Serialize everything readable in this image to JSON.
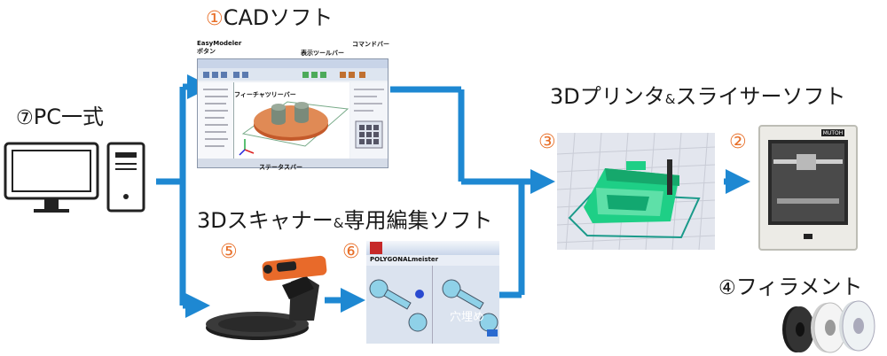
{
  "sections": {
    "pc": {
      "num": "⑦",
      "label": "PC一式"
    },
    "cad": {
      "num": "①",
      "label": "CADソフト"
    },
    "scanner": {
      "label_a": "3Dスキャナー",
      "amp": "&",
      "label_b": "専用編集ソフト",
      "scanner_num": "⑤",
      "editor_num": "⑥"
    },
    "printer": {
      "label_a": "3Dプリンタ",
      "amp": "&",
      "label_b": "スライサーソフト",
      "slicer_num": "③",
      "printer_num": "②",
      "brand": "MUTOH"
    },
    "filament": {
      "num": "④",
      "label": "フィラメント"
    }
  },
  "cad_window": {
    "callouts": {
      "easymodeler_1": "EasyModeler",
      "easymodeler_2": "ボタン",
      "display_toolbar": "表示ツールバー",
      "command_bar": "コマンドバー",
      "feature_tree": "フィーチャツリーバー",
      "status_bar": "ステータスバー"
    }
  },
  "editor_window": {
    "app_name": "POLYGONALmeister",
    "overlay_text": "穴埋め"
  },
  "colors": {
    "arrow": "#1e88d2",
    "number_accent": "#e8702a",
    "slicer_model": "#1ecf86",
    "scanner_body": "#e86a2a"
  }
}
